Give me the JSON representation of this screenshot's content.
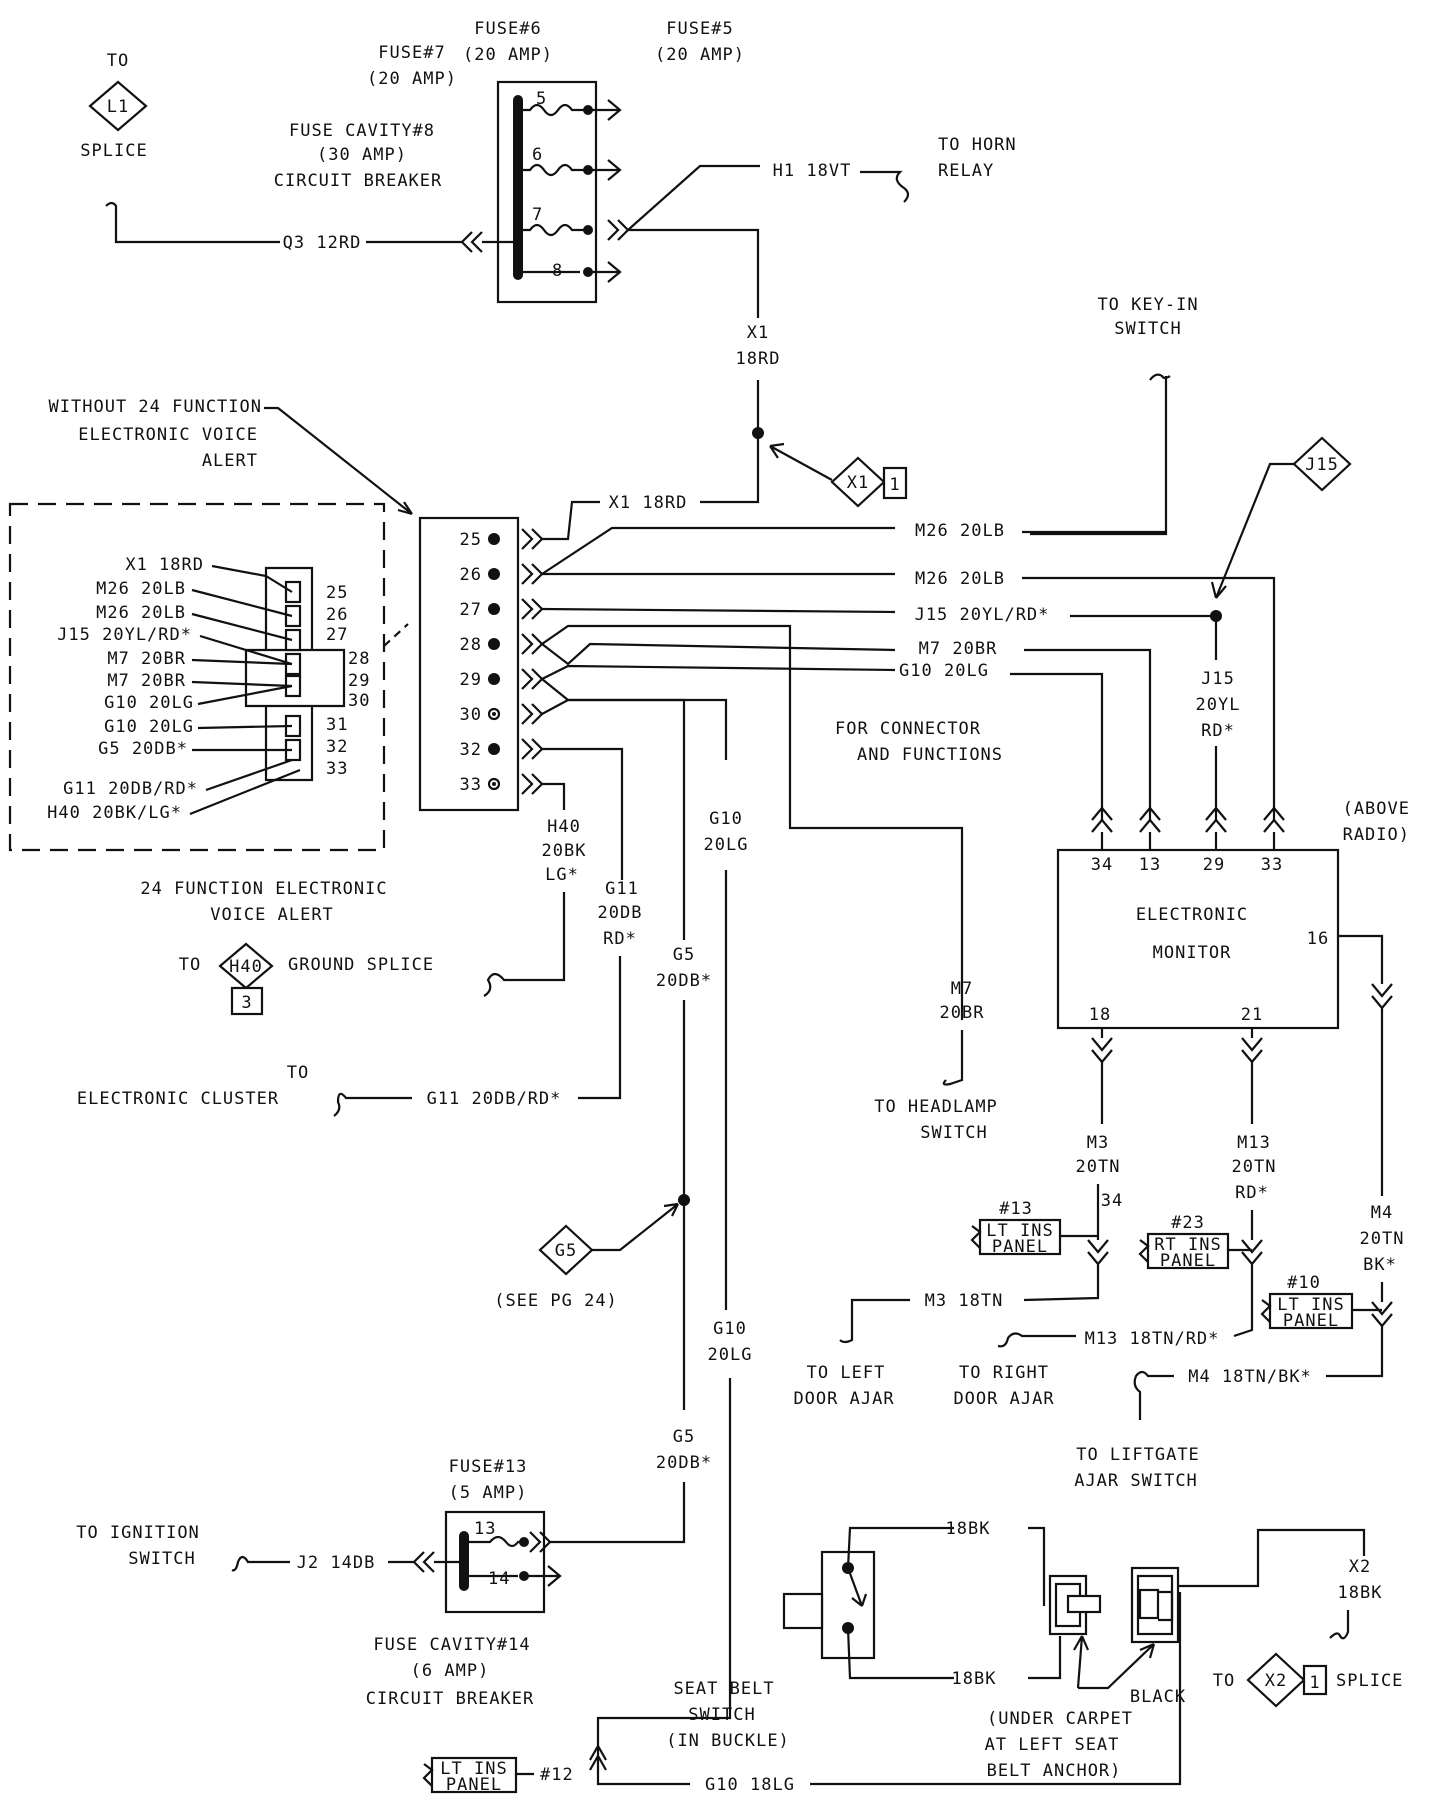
{
  "fuses_top": {
    "fuse6": "FUSE#6",
    "fuse6_amp": "(20 AMP)",
    "fuse5": "FUSE#5",
    "fuse5_amp": "(20 AMP)",
    "fuse7": "FUSE#7",
    "fuse7_amp": "(20 AMP)",
    "cavity8_l1": "FUSE CAVITY#8",
    "cavity8_l2": "(30 AMP)",
    "cavity8_l3": "CIRCUIT BREAKER",
    "n5": "5",
    "n6": "6",
    "n7": "7",
    "n8": "8"
  },
  "splices": {
    "to": "TO",
    "l1": "L1",
    "l1_label": "SPLICE",
    "x1": "X1",
    "x1_num": "1",
    "j15": "J15",
    "h40": "H40",
    "h40_num": "3",
    "h40_label": "GROUND SPLICE",
    "g5": "G5",
    "g5_note": "(SEE PG 24)",
    "x2": "X2",
    "x2_num": "1",
    "x2_label": "SPLICE"
  },
  "wires": {
    "q3": "Q3 12RD",
    "h1": "H1 18VT",
    "x1_v1": "X1",
    "x1_v2": "18RD",
    "x1_h": "X1 18RD",
    "m26_a": "M26 20LB",
    "m26_b": "M26 20LB",
    "j15_h": "J15 20YL/RD*",
    "m7_h": "M7 20BR",
    "g10_h": "G10 20LG",
    "j15_v1": "J15",
    "j15_v2": "20YL",
    "j15_v3": "RD*",
    "h40_v1": "H40",
    "h40_v2": "20BK",
    "h40_v3": "LG*",
    "g11_v1": "G11",
    "g11_v2": "20DB",
    "g11_v3": "RD*",
    "g5_v1": "G5",
    "g5_v2": "20DB*",
    "g10_v1": "G10",
    "g10_v2": "20LG",
    "g10_v3": "G10",
    "g10_v4": "20LG",
    "g5_v3": "G5",
    "g5_v4": "20DB*",
    "m7_v1": "M7",
    "m7_v2": "20BR",
    "g11_h": "G11 20DB/RD*",
    "m3_v1": "M3",
    "m3_v2": "20TN",
    "m3_v3": "34",
    "m13_v1": "M13",
    "m13_v2": "20TN",
    "m13_v3": "RD*",
    "m4_v1": "M4",
    "m4_v2": "20TN",
    "m4_v3": "BK*",
    "m3_h": "M3 18TN",
    "m13_h": "M13 18TN/RD*",
    "m4_h": "M4 18TN/BK*",
    "j2": "J2 14DB",
    "bk_top": "18BK",
    "bk_bot": "18BK",
    "x2_v1": "X2",
    "x2_v2": "18BK",
    "g10_bottom": "G10 18LG"
  },
  "connector": {
    "pins": [
      "25",
      "26",
      "27",
      "28",
      "29",
      "30",
      "32",
      "33"
    ]
  },
  "legend": {
    "without_l1": "WITHOUT 24 FUNCTION",
    "without_l2": "ELECTRONIC VOICE",
    "without_l3": "ALERT",
    "with_l1": "24 FUNCTION ELECTRONIC",
    "with_l2": "VOICE ALERT",
    "rows": [
      {
        "label": "X1 18RD",
        "pin": "25"
      },
      {
        "label": "M26 20LB",
        "pin": "26"
      },
      {
        "label": "M26 20LB",
        "pin": ""
      },
      {
        "label": "J15 20YL/RD*",
        "pin": "27"
      },
      {
        "label": "M7 20BR",
        "pin": "28"
      },
      {
        "label": "M7 20BR",
        "pin": "29"
      },
      {
        "label": "G10 20LG",
        "pin": "30"
      },
      {
        "label": "G10 20LG",
        "pin": "31"
      },
      {
        "label": "G5 20DB*",
        "pin": "32"
      },
      {
        "label": "G11 20DB/RD*",
        "pin": "33"
      },
      {
        "label": "H40 20BK/LG*",
        "pin": ""
      }
    ]
  },
  "destinations": {
    "horn_l1": "TO HORN",
    "horn_l2": "RELAY",
    "keyin_l1": "TO KEY-IN",
    "keyin_l2": "SWITCH",
    "for_l1": "FOR CONNECTOR",
    "for_l2": "AND FUNCTIONS",
    "headlamp_l1": "TO HEADLAMP",
    "headlamp_l2": "SWITCH",
    "cluster_l1": "TO",
    "cluster_l2": "ELECTRONIC CLUSTER",
    "left_l1": "TO LEFT",
    "left_l2": "DOOR AJAR",
    "right_l1": "TO RIGHT",
    "right_l2": "DOOR AJAR",
    "liftgate_l1": "TO LIFTGATE",
    "liftgate_l2": "AJAR SWITCH",
    "ign_l1": "TO IGNITION",
    "ign_l2": "SWITCH"
  },
  "monitor": {
    "title_l1": "ELECTRONIC",
    "title_l2": "MONITOR",
    "above_l1": "(ABOVE",
    "above_l2": "RADIO)",
    "p34": "34",
    "p13": "13",
    "p29": "29",
    "p33": "33",
    "p16": "16",
    "p18": "18",
    "p21": "21"
  },
  "grounds": {
    "g13_num": "#13",
    "g13_l1": "LT INS",
    "g13_l2": "PANEL",
    "g23_num": "#23",
    "g23_l1": "RT INS",
    "g23_l2": "PANEL",
    "g10_num": "#10",
    "g10_l1": "LT INS",
    "g10_l2": "PANEL",
    "g12_num": "#12",
    "g12_l1": "LT INS",
    "g12_l2": "PANEL"
  },
  "fuse13": {
    "title": "FUSE#13",
    "amp": "(5 AMP)",
    "n13": "13",
    "n14": "14",
    "cavity_l1": "FUSE CAVITY#14",
    "cavity_l2": "(6 AMP)",
    "cavity_l3": "CIRCUIT BREAKER"
  },
  "seatbelt": {
    "l1": "SEAT BELT",
    "l2": "SWITCH",
    "l3": "(IN BUCKLE)",
    "black": "BLACK",
    "under_l1": "(UNDER CARPET",
    "under_l2": "AT LEFT SEAT",
    "under_l3": "BELT ANCHOR)"
  }
}
